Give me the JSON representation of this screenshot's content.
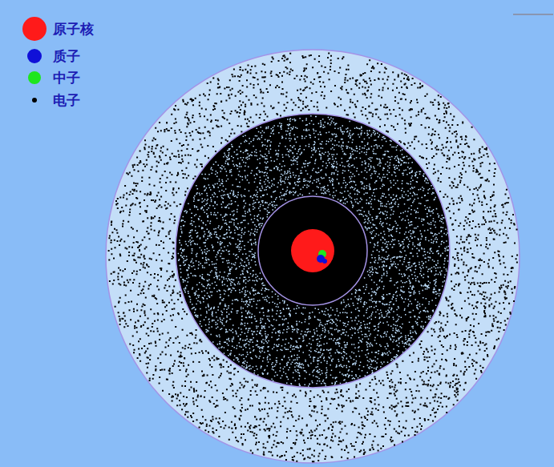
{
  "diagram": {
    "legend": [
      {
        "text": "原子核",
        "color": "#ff1a1a"
      },
      {
        "text": "质子",
        "color": "#1010d8"
      },
      {
        "text": "中子",
        "color": "#1ee61e"
      },
      {
        "text": "电子",
        "color": "#000000"
      }
    ]
  }
}
